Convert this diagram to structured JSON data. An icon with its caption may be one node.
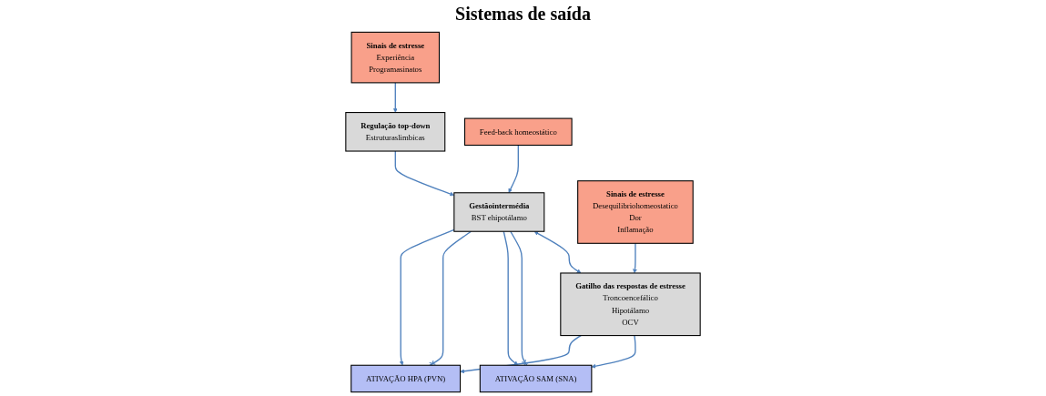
{
  "diagram": {
    "nodes": [
      {
        "text": [
          "Sinais de estresse",
          "Experiência",
          "Programasinatos"
        ]
      },
      {
        "text": [
          "Regulação top-down",
          "Estruturaslimbicas"
        ]
      },
      {
        "text": [
          "Feed-back homeostático"
        ]
      },
      {
        "text": [
          "Gestãointermédia",
          "BST ehipotálamo"
        ]
      },
      {
        "text": [
          "Sinais de estresse",
          "Desequilibriohomeostatico",
          "Dor",
          "Inflamação"
        ]
      },
      {
        "text": [
          "Gatilho das respostas de estresse",
          "Troncoencefálico",
          "Hipotálamo",
          "OCV"
        ]
      },
      {
        "text": [
          "ATIVAÇÃO HPA (PVN)"
        ]
      },
      {
        "text": [
          "ATIVAÇÃO SAM (SNA)"
        ]
      }
    ],
    "edges": [
      {
        "from": 0,
        "to": 1,
        "arrow": "to"
      },
      {
        "from": 1,
        "to": 3,
        "arrow": "to"
      },
      {
        "from": 2,
        "to": 3,
        "arrow": "to"
      },
      {
        "from": 3,
        "to": 6,
        "arrow": "to"
      },
      {
        "from": 3,
        "to": 6,
        "arrow": "other"
      },
      {
        "from": 3,
        "to": 7,
        "arrow": "to"
      },
      {
        "from": 3,
        "to": 7,
        "arrow": "other"
      },
      {
        "from": 3,
        "to": 5,
        "arrow": "both"
      },
      {
        "from": 4,
        "to": 5,
        "arrow": "to"
      },
      {
        "from": 5,
        "to": 6,
        "arrow": "to"
      },
      {
        "from": 5,
        "to": 7,
        "arrow": "to"
      }
    ],
    "labels": [
      "Sistemas de saída"
    ]
  }
}
